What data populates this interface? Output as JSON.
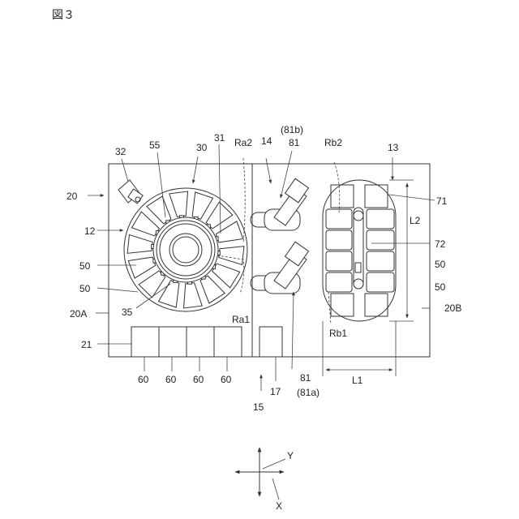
{
  "figure_title": "図３",
  "labels": {
    "l32": "32",
    "l55": "55",
    "l30": "30",
    "l31": "31",
    "lRa2": "Ra2",
    "l14": "14",
    "l81b_paren": "(81b)",
    "l81_top": "81",
    "lRb2": "Rb2",
    "l13": "13",
    "l20": "20",
    "l12": "12",
    "l71": "71",
    "lL2": "L2",
    "l72": "72",
    "l50_left1": "50",
    "l50_left2": "50",
    "l50_right1": "50",
    "l50_right2": "50",
    "l20A": "20A",
    "l35": "35",
    "lRa1": "Ra1",
    "l20B": "20B",
    "lRb1": "Rb1",
    "l21": "21",
    "l60_1": "60",
    "l60_2": "60",
    "l60_3": "60",
    "l60_4": "60",
    "l17": "17",
    "l81_bottom": "81",
    "l81a_paren": "(81a)",
    "lL1": "L1",
    "l15": "15",
    "lY": "Y",
    "lX": "X"
  }
}
